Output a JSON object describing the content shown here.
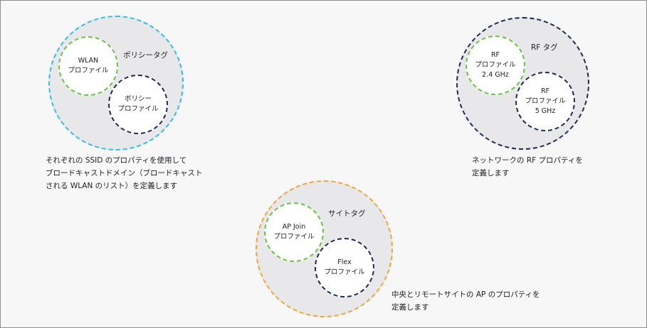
{
  "policy": {
    "tag_label": "ポリシータグ",
    "wlan_profile": "WLAN\nプロファイル",
    "policy_profile": "ポリシー\nプロファイル",
    "caption": "それぞれの SSID のプロパティを使用して\nブロードキャストドメイン（ブロードキャスト\nされる WLAN のリスト）を定義します"
  },
  "rf": {
    "tag_label": "RF タグ",
    "profile_24": "RF\nプロファイル\n2.4 GHz",
    "profile_5": "RF\nプロファイル\n5 GHz",
    "caption": "ネットワークの RF プロパティを\n定義します"
  },
  "site": {
    "tag_label": "サイトタグ",
    "ap_join_profile": "AP Join\nプロファイル",
    "flex_profile": "Flex\nプロファイル",
    "caption": "中央とリモートサイトの AP のプロパティを\n定義します"
  },
  "colors": {
    "policy_tag_border": "#2ec0e6",
    "rf_tag_border": "#1f2d55",
    "site_tag_border": "#f0a63a",
    "first_profile_border": "#6dc24b",
    "second_profile_border": "#1f2d55"
  }
}
